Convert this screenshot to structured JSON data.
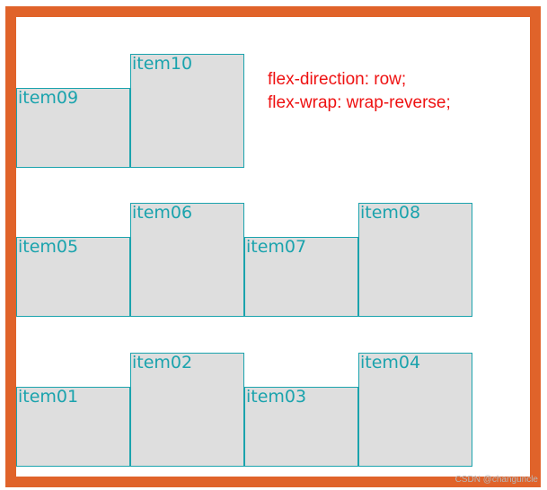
{
  "note": {
    "line1": "flex-direction: row;",
    "line2": "flex-wrap: wrap-reverse;"
  },
  "rows": {
    "top": [
      "item09",
      "item10"
    ],
    "middle": [
      "item05",
      "item06",
      "item07",
      "item08"
    ],
    "bottom": [
      "item01",
      "item02",
      "item03",
      "item04"
    ]
  },
  "watermark": "CSDN @changuncle",
  "colors": {
    "frame_border": "#e0632a",
    "item_border": "#1aa3ad",
    "item_fill": "#dedede",
    "note_text": "#ee1111"
  }
}
